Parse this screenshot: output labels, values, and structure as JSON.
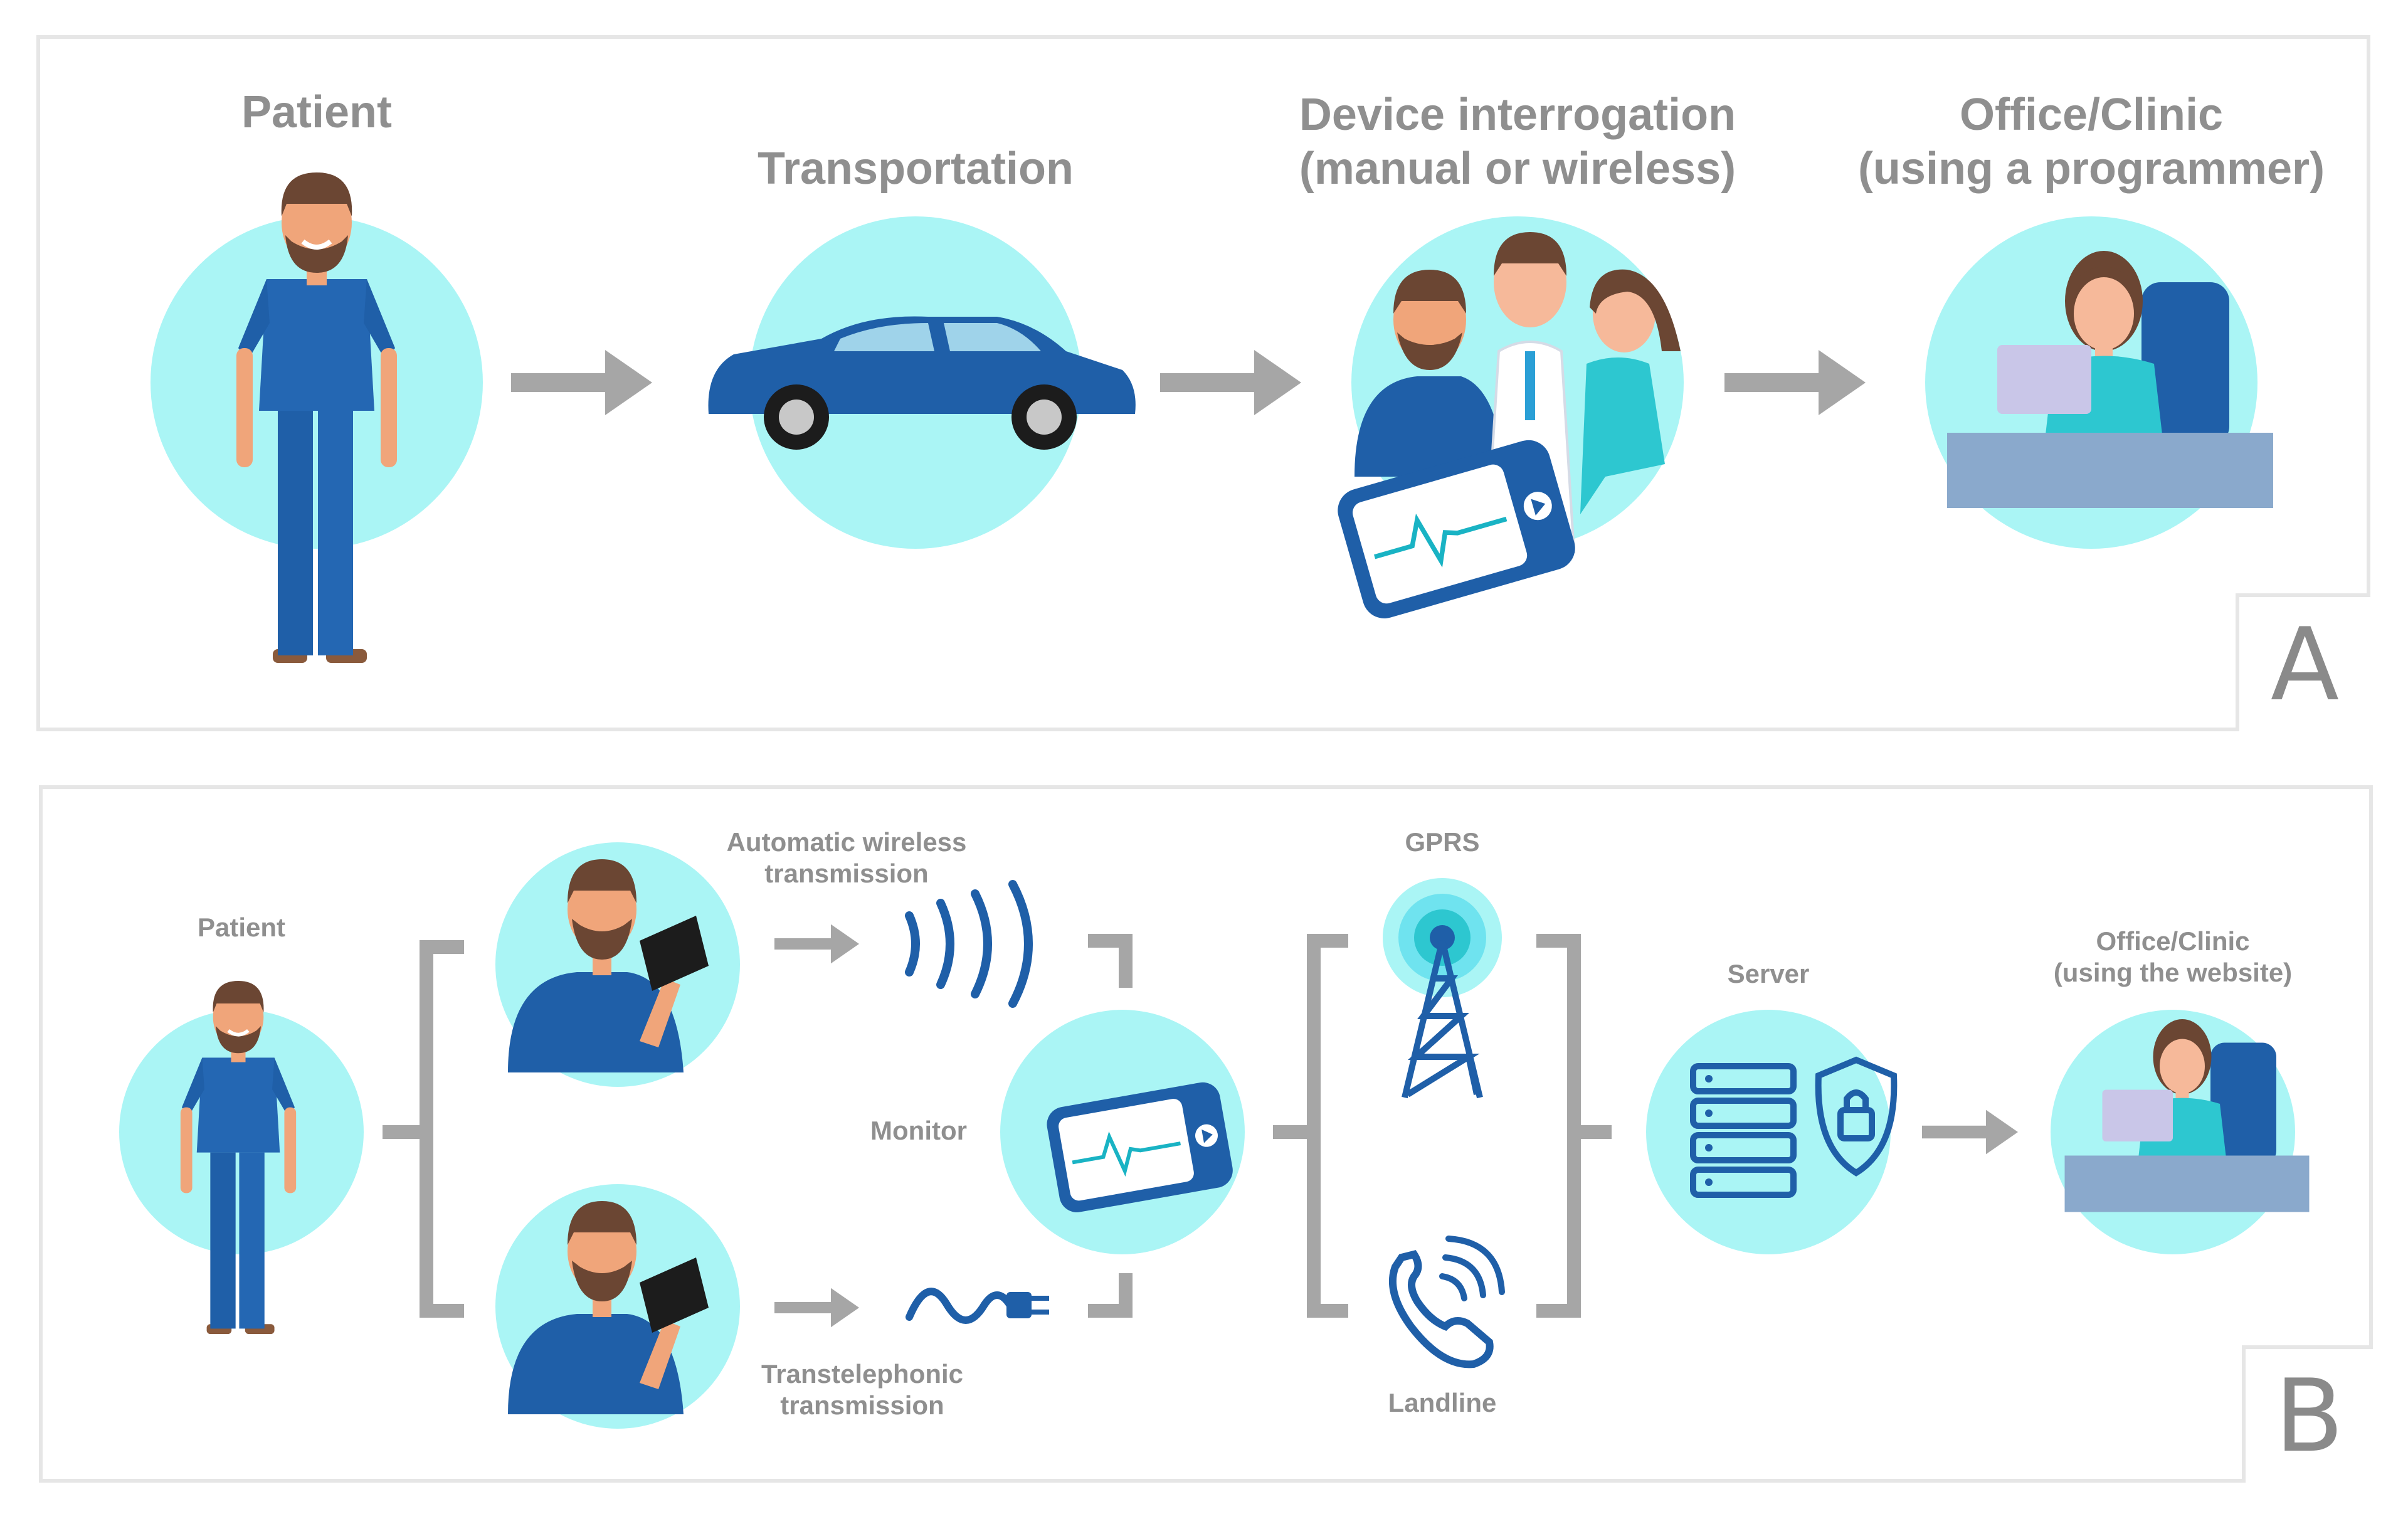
{
  "panel_a": {
    "patient": "Patient",
    "transportation": "Transportation",
    "interrogation_line1": "Device interrogation",
    "interrogation_line2": "(manual or wireless)",
    "office_line1": "Office/Clinic",
    "office_line2": "(using a programmer)",
    "badge": "A"
  },
  "panel_b": {
    "patient": "Patient",
    "wireless_line1": "Automatic wireless",
    "wireless_line2": "transmission",
    "transtel_line1": "Transtelephonic",
    "transtel_line2": "transmission",
    "monitor": "Monitor",
    "gprs": "GPRS",
    "landline": "Landline",
    "server": "Server",
    "office_line1": "Office/Clinic",
    "office_line2": "(using the website)",
    "badge": "B"
  },
  "colors": {
    "circle": "#aaf5f5",
    "arrow": "#a6a6a6",
    "primary_blue": "#1f5fa8",
    "label_gray": "#8f8f8f",
    "border": "#e6e6e6"
  },
  "icons": [
    "person-icon",
    "car-icon",
    "doctors-icon",
    "monitor-device-icon",
    "clinic-staff-icon",
    "wireless-waves-icon",
    "plug-cable-icon",
    "cell-tower-icon",
    "phone-icon",
    "server-shield-icon"
  ]
}
